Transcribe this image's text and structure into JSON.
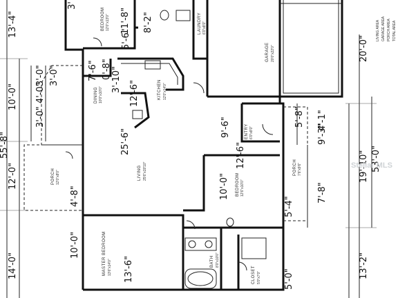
{
  "dimensions": {
    "left_outer": [
      "13'-4\"",
      "10'-0\"",
      "55'-8\"",
      "12'-0\"",
      "14'-0\""
    ],
    "left_mid": [
      "3'-0\"",
      "4'-0\"",
      "3'-0\"",
      "3'-0\"",
      "4'-8\"",
      "10'-0\""
    ],
    "right_outer": [
      "20'-0\"",
      "19'-10\"",
      "53'-0\"",
      "13'-2\""
    ],
    "right_mid": [
      "5'-8\"",
      "4'-1\"",
      "9'-3\"",
      "7'-8\"",
      "5'-4\"",
      "5'-0\""
    ],
    "interior": [
      "11'-8\"",
      "8'-2\"",
      "5'-6\"",
      "12'-6\"",
      "25'-6\"",
      "9'-6\"",
      "12'-6\"",
      "10'-0\"",
      "13'-6\"",
      "7'-6\"",
      "3'-10\"",
      "0'-8\"",
      "3'"
    ]
  },
  "rooms": {
    "bedroom_top": [
      "BEDROOM",
      "12'0\"x13'0\""
    ],
    "garage": [
      "GARAGE",
      "20'0\"x22'0\""
    ],
    "kitchen": [
      "KITCHEN",
      "12'0\"x14'0\""
    ],
    "dining": [
      "DINING",
      "10'0\"x10'0\""
    ],
    "living": [
      "LIVING",
      "25'6\"x19'10\""
    ],
    "entry": [
      "ENTRY",
      "6'0\"x8'0\""
    ],
    "porch_left": [
      "PORCH",
      "12'0\"x8'0\""
    ],
    "porch_right": [
      "PORCH",
      "7'6\"x9'6\""
    ],
    "bedroom_mid": [
      "BEDROOM",
      "12'6\"x10'0\""
    ],
    "master": [
      "MASTER BEDROOM",
      "13'6\"x14'0\""
    ],
    "bath": [
      "BATH",
      "8'0\"x10'0\""
    ],
    "closet": [
      "CLOSET",
      "5'0\"x7'0\""
    ],
    "laundry": [
      "LAUNDRY",
      "6'0\"x8'0\""
    ]
  },
  "area_labels": [
    "LIVING AREA",
    "GARAGE AREA",
    "PORCH AREA",
    "TOTAL AREA"
  ],
  "watermark": "Stellar MLS"
}
